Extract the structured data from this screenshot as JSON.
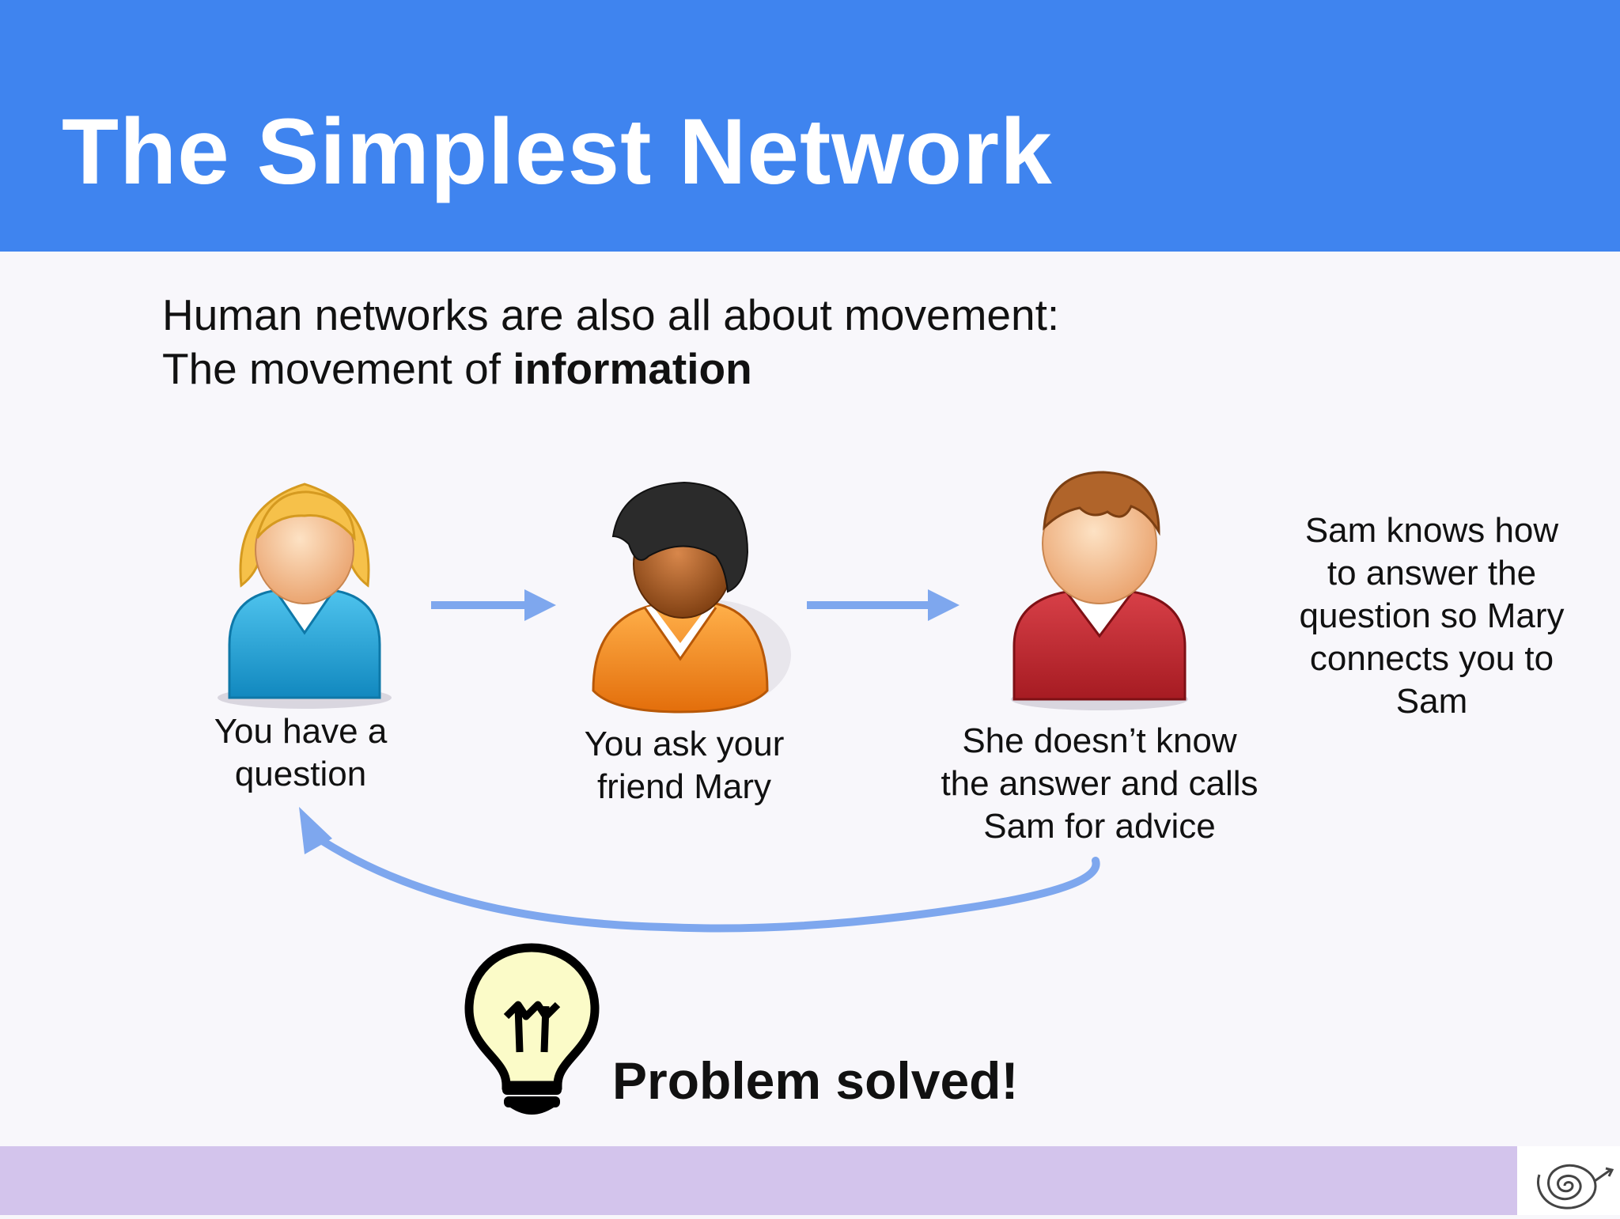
{
  "slide": {
    "title": "The Simplest Network",
    "intro_line1": "Human networks are also all about movement:",
    "intro_line2_prefix": "The movement of ",
    "intro_line2_bold": "information"
  },
  "people": [
    {
      "name": "you",
      "label_lines": [
        "You have a",
        "question"
      ],
      "shirt_color": "#2aa6d8",
      "hair_color": "#f6c14a",
      "skin_color": "#f4b987"
    },
    {
      "name": "mary",
      "label_lines": [
        "You ask your",
        "friend Mary"
      ],
      "shirt_color": "#f28a1c",
      "hair_color": "#2b2b2b",
      "skin_color": "#a9561c"
    },
    {
      "name": "sam",
      "label_lines": [
        "She doesn’t know",
        "the answer and calls",
        "Sam for advice"
      ],
      "shirt_color": "#c0272d",
      "hair_color": "#b0642a",
      "skin_color": "#f4b987"
    }
  ],
  "sam_note_lines": [
    "Sam knows how",
    "to answer the",
    "question so Mary",
    "connects you to",
    "Sam"
  ],
  "conclusion": "Problem solved!",
  "colors": {
    "header": "#3f84ef",
    "arrow": "#7ea7ee",
    "footer": "#d3c4ec",
    "bulb_fill": "#fbfbc8"
  },
  "icons": [
    "lightbulb-icon",
    "spiral-logo-icon"
  ]
}
